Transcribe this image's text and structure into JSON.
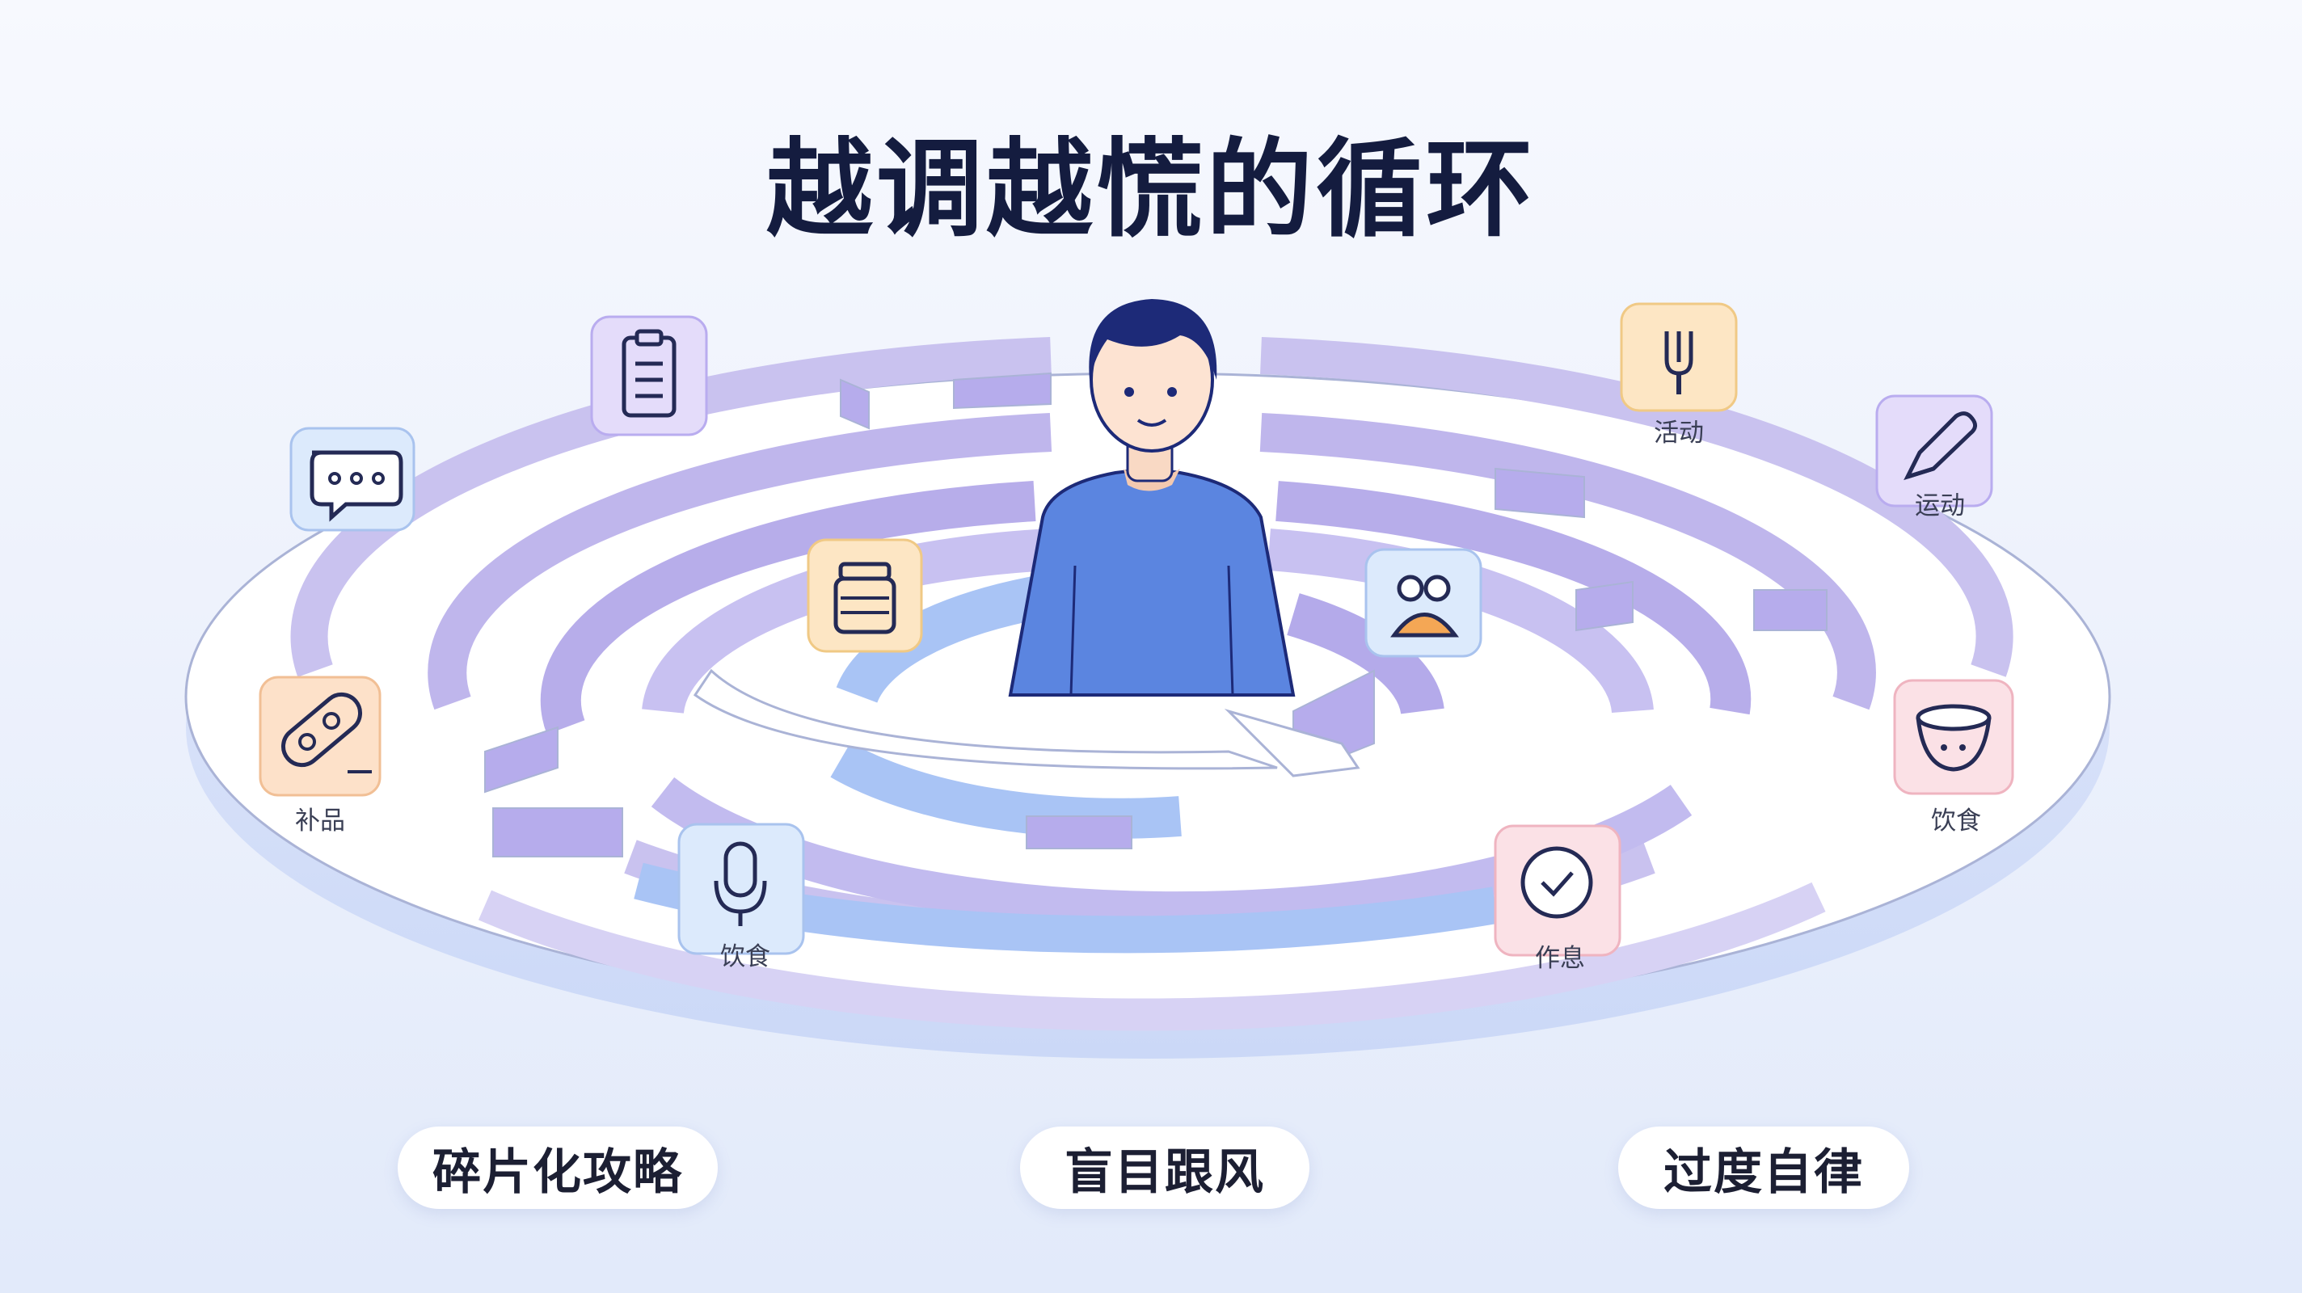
{
  "title": "越调越慌的循环",
  "icons": [
    {
      "name": "clipboard-icon",
      "label": ""
    },
    {
      "name": "chat-bubble-icon",
      "label": ""
    },
    {
      "name": "fork-icon",
      "label": "活动"
    },
    {
      "name": "pen-icon",
      "label": "运动"
    },
    {
      "name": "pill-capsule-icon",
      "label": "补品"
    },
    {
      "name": "jar-icon",
      "label": ""
    },
    {
      "name": "people-icon",
      "label": ""
    },
    {
      "name": "bowl-icon",
      "label": "饮食"
    },
    {
      "name": "microphone-icon",
      "label": "饮食"
    },
    {
      "name": "checkmark-clock-icon",
      "label": "作息"
    }
  ],
  "tags": [
    "碎片化攻略",
    "盲目跟风",
    "过度自律"
  ],
  "colors": {
    "maze_wall": "#c9c2ef",
    "maze_wall_dark": "#b0a8e6",
    "maze_inner": "#a9c4f5",
    "title": "#141c3f",
    "person_shirt": "#5b85e0",
    "person_hair": "#1d2a78"
  }
}
